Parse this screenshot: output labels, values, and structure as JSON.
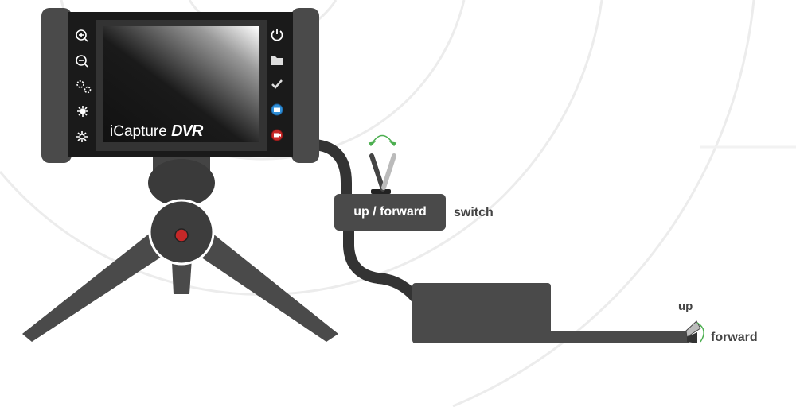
{
  "device": {
    "brand": "iCapture",
    "brand_suffix": "DVR",
    "left_buttons": [
      "zoom-in-icon",
      "zoom-out-icon",
      "settings-icon",
      "brightness-up-icon",
      "brightness-down-icon"
    ],
    "right_buttons": [
      "power-icon",
      "folder-icon",
      "check-icon",
      "camera-icon",
      "video-record-icon"
    ]
  },
  "switch": {
    "label": "up / forward",
    "caption": "switch"
  },
  "probe": {
    "up_label": "up",
    "forward_label": "forward"
  },
  "colors": {
    "dark": "#4a4a4a",
    "body": "#1a1a1a",
    "accent_green": "#4caf50",
    "camera_blue": "#2f8fd8",
    "record_red": "#c62828"
  }
}
